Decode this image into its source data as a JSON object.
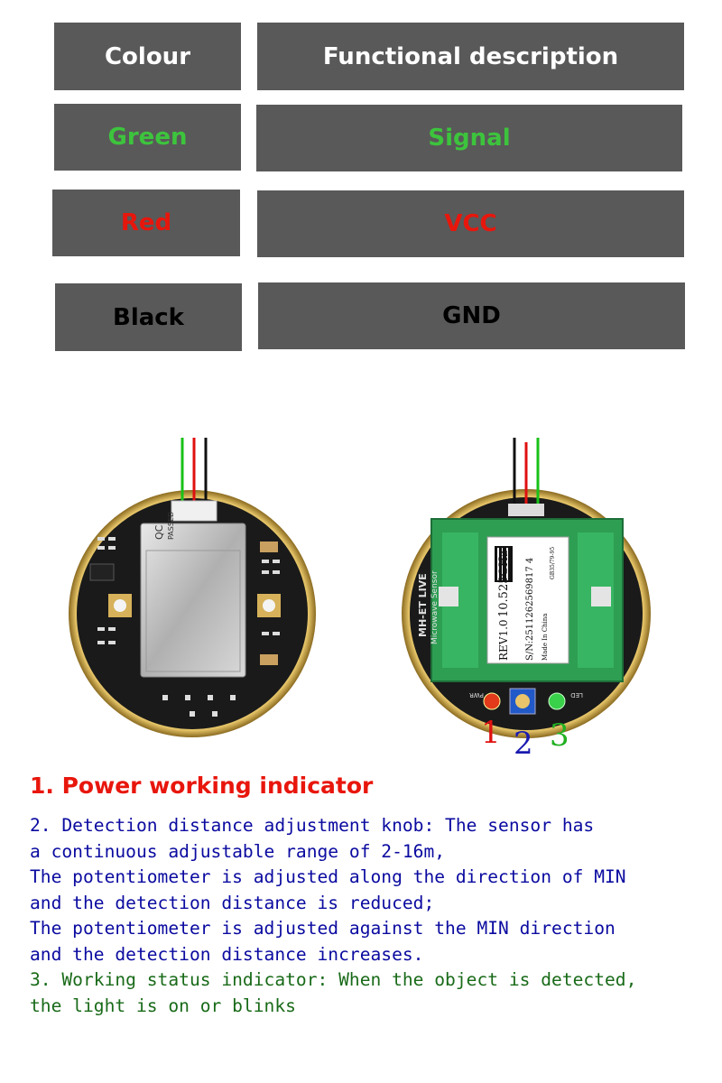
{
  "table": {
    "header": {
      "colour": "Colour",
      "function": "Functional description"
    },
    "rows": [
      {
        "colour": "Green",
        "function": "Signal"
      },
      {
        "colour": "Red",
        "function": "VCC"
      },
      {
        "colour": "Black",
        "function": "GND"
      }
    ]
  },
  "sensor": {
    "qc_label_line1": "QC",
    "qc_label_line2": "PASSED",
    "brand_line1": "MH-ET LIVE",
    "brand_line2": "Microwave Sensor",
    "freq": "10.525GHz",
    "rev": "REV1.0",
    "serial": "S/N:2511262569817 4",
    "made_in": "Made In China",
    "barcode_number": "GB35/79-95",
    "pwr_label": "PWR",
    "led_label": "LED",
    "pin1": "1",
    "pin2": "2",
    "pin3": "3"
  },
  "description": {
    "title": "1. Power working indicator",
    "blue_lines": [
      "2. Detection distance adjustment knob: The sensor has",
      "a continuous adjustable range of 2-16m,",
      "The potentiometer is adjusted along the direction of MIN",
      "and the detection distance is reduced;",
      "The potentiometer is adjusted against the MIN direction",
      "and the detection distance increases."
    ],
    "green_lines": [
      "3. Working status indicator: When the object is detected,",
      "the light is on or blinks"
    ]
  },
  "colors": {
    "cell_bg": "#595959",
    "green": "#3dc43d",
    "red": "#e8160c",
    "blue": "#0a0aa0",
    "dark_green": "#186a18"
  }
}
